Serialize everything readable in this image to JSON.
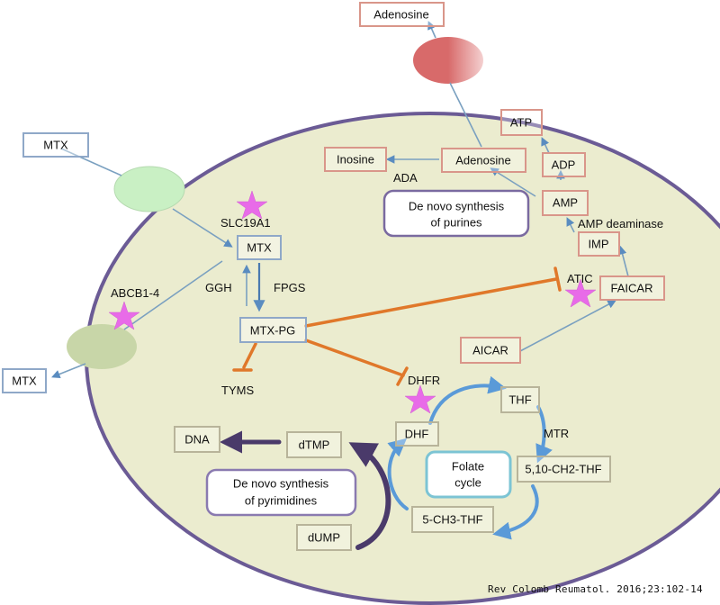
{
  "diagram": {
    "title": "Methotrexate cellular pathway",
    "colors": {
      "cell_fill": "#ebeccf",
      "cell_border": "#6b5b95",
      "box_purine": "#d9968a",
      "box_mtx": "#8fa8c8",
      "box_pyr": "#b8b49a",
      "inhibit": "#e0782a",
      "arrow_blue": "#6a9cc8",
      "star": "#e86be8",
      "transporter_in": "#c9f0c4",
      "transporter_out": "#c8d6a8",
      "transporter_adenosine": "#d86a6a"
    },
    "nodes": {
      "adenosine_out": "Adenosine",
      "adenosine_in": "Adenosine",
      "inosine": "Inosine",
      "atp": "ATP",
      "adp": "ADP",
      "amp": "AMP",
      "imp": "IMP",
      "faicar": "FAICAR",
      "aicar": "AICAR",
      "mtx_ext_in": "MTX",
      "mtx_ext_out": "MTX",
      "mtx_in": "MTX",
      "mtx_pg": "MTX-PG",
      "dna": "DNA",
      "dtmp": "dTMP",
      "dump": "dUMP",
      "dhf": "DHF",
      "thf": "THF",
      "ch2thf": "5,10-CH2-THF",
      "ch3thf": "5-CH3-THF"
    },
    "labels": {
      "ada": "ADA",
      "amp_deaminase": "AMP deaminase",
      "atic": "ATIC",
      "slc19a1": "SLC19A1",
      "abcb1_4": "ABCB1-4",
      "ggh": "GGH",
      "fpgs": "FPGS",
      "tyms": "TYMS",
      "dhfr": "DHFR",
      "mtr": "MTR"
    },
    "callouts": {
      "purines_line1": "De novo synthesis",
      "purines_line2": "of purines",
      "pyrimidines_line1": "De novo synthesis",
      "pyrimidines_line2": "of pyrimidines",
      "folate_line1": "Folate",
      "folate_line2": "cycle"
    }
  },
  "citation": "Rev Colomb Reumatol. 2016;23:102-14"
}
